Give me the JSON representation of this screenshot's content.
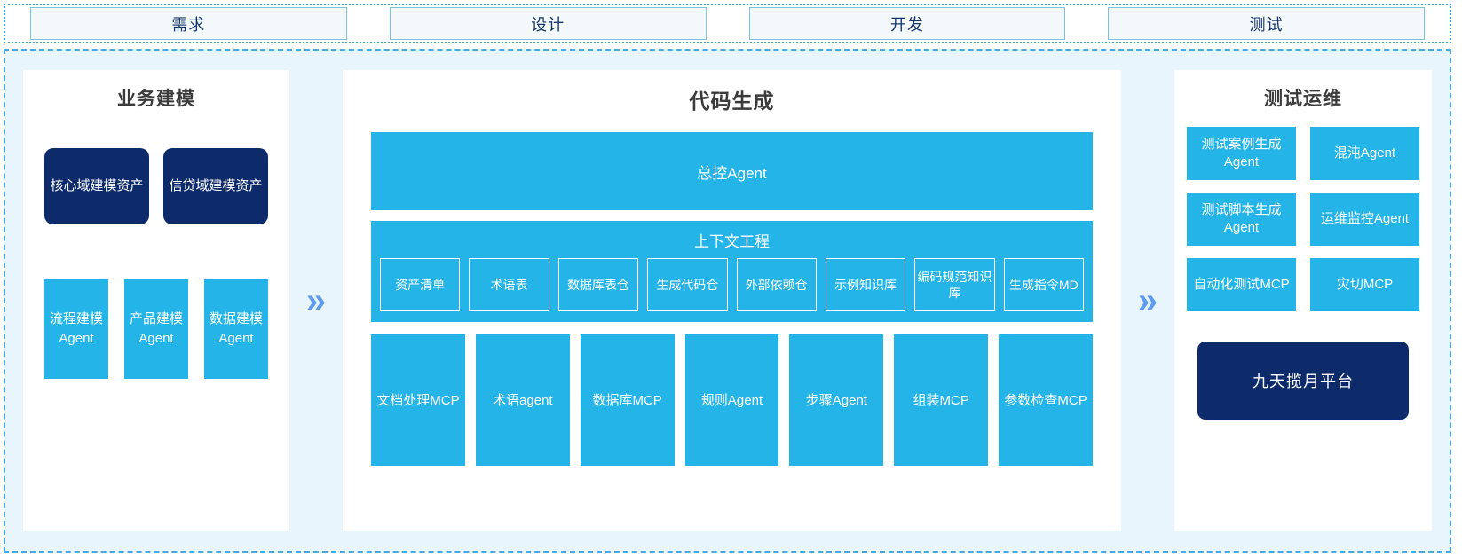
{
  "stages": {
    "items": [
      {
        "label": "需求"
      },
      {
        "label": "设计"
      },
      {
        "label": "开发"
      },
      {
        "label": "测试"
      }
    ]
  },
  "arrows": {
    "glyph": "»"
  },
  "colors": {
    "cyan": "#25b4e8",
    "navy": "#0d2a6b",
    "panel_bg": "#ffffff",
    "canvas_bg": "#e9f5fd",
    "arrow_blue": "#5f9cf0",
    "stage_border": "#7cc2e0",
    "stage_fill": "#f3f8fb",
    "outer_border": "#4aa8e0"
  },
  "panels": {
    "business_modeling": {
      "title": "业务建模",
      "assets": [
        {
          "label": "核心域建模资产"
        },
        {
          "label": "信贷域建模资产"
        }
      ],
      "agents": [
        {
          "label": "流程建模Agent"
        },
        {
          "label": "产品建模Agent"
        },
        {
          "label": "数据建模Agent"
        }
      ]
    },
    "code_generation": {
      "title": "代码生成",
      "banner": {
        "label": "总控Agent"
      },
      "context": {
        "title": "上下文工程",
        "items": [
          {
            "label": "资产清单"
          },
          {
            "label": "术语表"
          },
          {
            "label": "数据库表仓"
          },
          {
            "label": "生成代码仓"
          },
          {
            "label": "外部依赖仓"
          },
          {
            "label": "示例知识库"
          },
          {
            "label": "编码规范知识库"
          },
          {
            "label": "生成指令MD"
          }
        ]
      },
      "tools": [
        {
          "label": "文档处理MCP"
        },
        {
          "label": "术语agent"
        },
        {
          "label": "数据库MCP"
        },
        {
          "label": "规则Agent"
        },
        {
          "label": "步骤Agent"
        },
        {
          "label": "组装MCP"
        },
        {
          "label": "参数检查MCP"
        }
      ]
    },
    "test_ops": {
      "title": "测试运维",
      "cards": [
        {
          "label": "测试案例生成Agent"
        },
        {
          "label": "混沌Agent"
        },
        {
          "label": "测试脚本生成Agent"
        },
        {
          "label": "运维监控Agent"
        },
        {
          "label": "自动化测试MCP"
        },
        {
          "label": "灾切MCP"
        }
      ],
      "platform": {
        "label": "九天揽月平台"
      }
    }
  }
}
